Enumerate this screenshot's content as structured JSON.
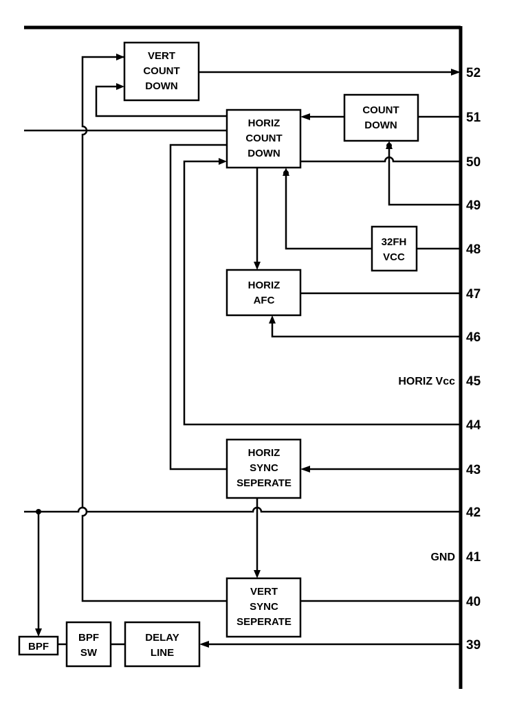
{
  "blocks": {
    "vert_count_down": [
      "VERT",
      "COUNT",
      "DOWN"
    ],
    "horiz_count_down": [
      "HORIZ",
      "COUNT",
      "DOWN"
    ],
    "count_down": [
      "COUNT",
      "DOWN"
    ],
    "fh32_vcc": [
      "32FH",
      "VCC"
    ],
    "horiz_afc": [
      "HORIZ",
      "AFC"
    ],
    "horiz_sync_seperate": [
      "HORIZ",
      "SYNC",
      "SEPERATE"
    ],
    "vert_sync_seperate": [
      "VERT",
      "SYNC",
      "SEPERATE"
    ],
    "bpf": [
      "BPF"
    ],
    "bpf_sw": [
      "BPF",
      "SW"
    ],
    "delay_line": [
      "DELAY",
      "LINE"
    ]
  },
  "pins": [
    "52",
    "51",
    "50",
    "49",
    "48",
    "47",
    "46",
    "45",
    "44",
    "43",
    "42",
    "41",
    "40",
    "39"
  ],
  "pin_labels": {
    "p45": "HORIZ Vcc",
    "p41": "GND"
  }
}
